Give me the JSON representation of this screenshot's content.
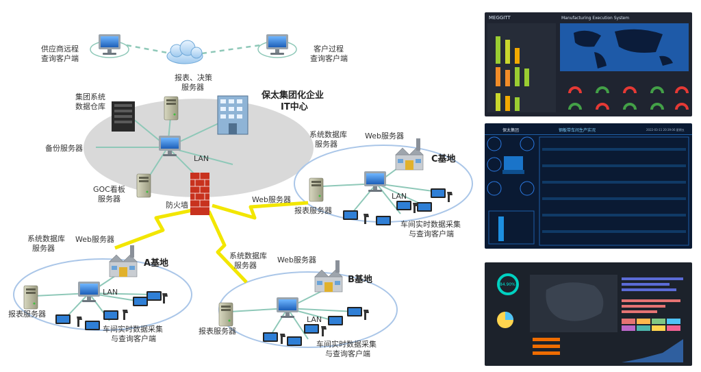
{
  "diagram": {
    "cloud_labels": {
      "supplier": [
        "供应商远程",
        "查询客户端"
      ],
      "customer": [
        "客户过程",
        "查询客户端"
      ]
    },
    "it_center": {
      "title": [
        "保太集团化企业",
        "IT中心"
      ],
      "report_server": [
        "报表、决策",
        "服务器"
      ],
      "data_warehouse": [
        "集团系统",
        "数据仓库"
      ],
      "backup_server": "备份服务器",
      "goc_server": [
        "GOC看板",
        "服务器"
      ],
      "lan": "LAN",
      "firewall": "防火墙"
    },
    "links": {
      "web_server_c": "Web服务器"
    },
    "base_c": {
      "name": "C基地",
      "db_server": [
        "系统数据库",
        "服务器"
      ],
      "web_server": "Web服务器",
      "report_server": "报表服务器",
      "lan": "LAN",
      "client": [
        "车间实时数据采集",
        "与查询客户端"
      ]
    },
    "base_a": {
      "name": "A基地",
      "db_server": [
        "系统数据库",
        "服务器"
      ],
      "web_server": "Web服务器",
      "report_server": "报表服务器",
      "lan": "LAN",
      "client": [
        "车间实时数据采集",
        "与查询客户端"
      ]
    },
    "base_b": {
      "name": "B基地",
      "db_server": [
        "系统数据库",
        "服务器"
      ],
      "web_server": "Web服务器",
      "report_server": "报表服务器",
      "lan": "LAN",
      "client": [
        "车间实时数据采集",
        "与查询客户端"
      ]
    }
  },
  "dashboards": {
    "mes": {
      "brand": "MEGGITT",
      "title": "Manufacturing Execution System"
    },
    "workshop": {
      "brand": "保太集团",
      "title": "钢板带车间生产实况",
      "date": "2022-03-11 20:39:06 星期五"
    },
    "stats": {
      "rate": "84.90%"
    }
  },
  "colors": {
    "link": "#8ec8b8",
    "lightning": "#f2e600",
    "ellipse": "#d9d9d9",
    "firewall": "#c8321e"
  }
}
